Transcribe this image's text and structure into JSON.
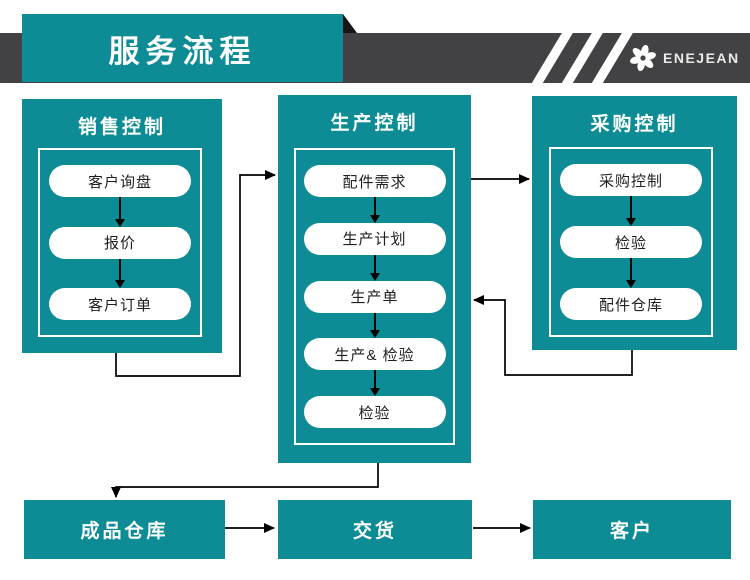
{
  "header": {
    "title": "服务流程",
    "brand": {
      "icon": "pinwheel-flower-icon",
      "name": "ENEJEAN"
    }
  },
  "flow": {
    "columns": [
      {
        "id": "sales",
        "title": "销售控制",
        "steps": [
          "客户询盘",
          "报价",
          "客户订单"
        ]
      },
      {
        "id": "production",
        "title": "生产控制",
        "steps": [
          "配件需求",
          "生产计划",
          "生产单",
          "生产& 检验",
          "检验"
        ]
      },
      {
        "id": "purchase",
        "title": "采购控制",
        "steps": [
          "采购控制",
          "检验",
          "配件仓库"
        ]
      }
    ],
    "bottom": [
      "成品仓库",
      "交货",
      "客户"
    ],
    "connections": [
      "销售控制 → 生产控制(配件需求)",
      "生产控制(配件需求) → 采购控制",
      "采购控制(配件仓库) → 生产控制(生产单)",
      "生产控制 → 成品仓库",
      "成品仓库 → 交货",
      "交货 → 客户"
    ]
  },
  "colors": {
    "teal": "#0E8C95",
    "header_band": "#424244",
    "line": "#000000",
    "pill_text": "#1F1F1F"
  }
}
